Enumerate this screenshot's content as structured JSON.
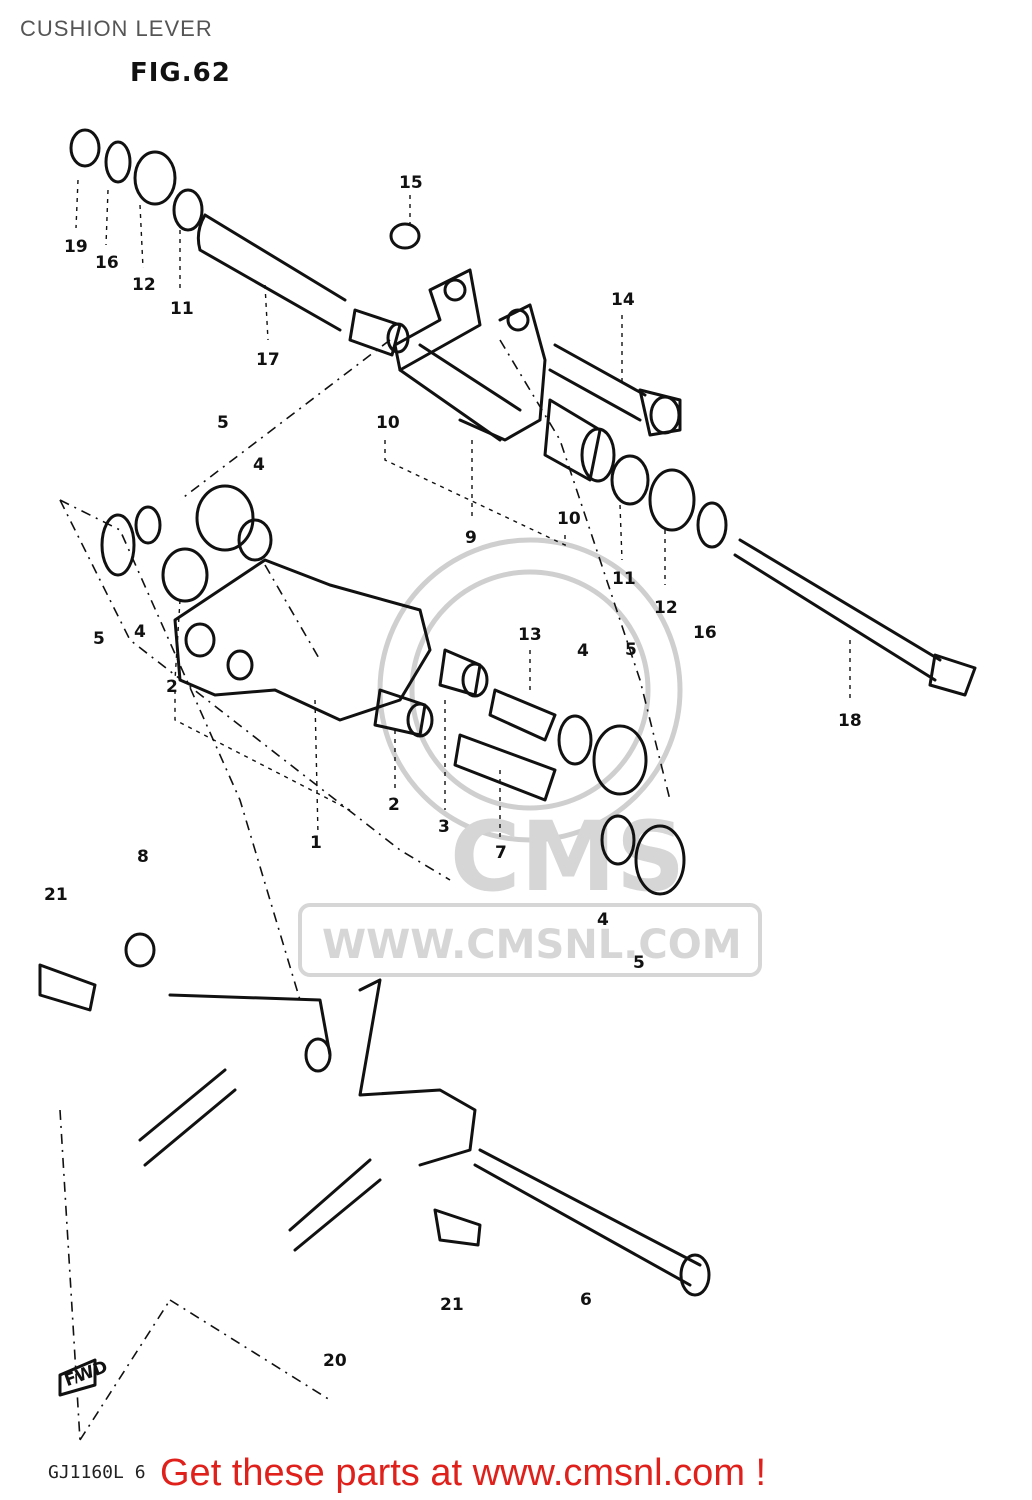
{
  "header": {
    "title": "CUSHION LEVER",
    "figure": "FIG.62"
  },
  "watermark": {
    "logo_text": "CMS",
    "url_text": "WWW.CMSNL.COM"
  },
  "callouts": [
    "19",
    "16",
    "12",
    "11",
    "17",
    "15",
    "14",
    "10",
    "9",
    "10",
    "11",
    "12",
    "16",
    "18",
    "5",
    "4",
    "5",
    "4",
    "2",
    "1",
    "13",
    "4",
    "5",
    "2",
    "3",
    "7",
    "8",
    "21",
    "4",
    "5",
    "21",
    "6",
    "20"
  ],
  "arrow_label": "FWD",
  "footer": {
    "code": "GJ1160L 6",
    "banner": "Get these parts at www.cmsnl.com !"
  }
}
